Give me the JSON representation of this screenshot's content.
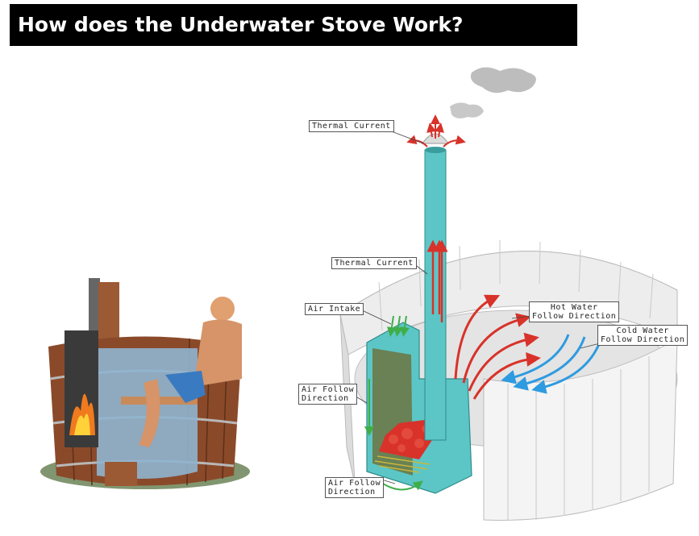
{
  "title": "How does the Underwater Stove Work?",
  "labels": {
    "thermal_top": "Thermal Current",
    "thermal_mid": "Thermal Current",
    "air_intake": "Air Intake",
    "air_follow_left": "Air Follow\nDirection",
    "air_follow_bottom": "Air Follow\nDirection",
    "hot_water": "Hot Water\nFollow Direction",
    "cold_water": "Cold Water\nFollow Direction"
  },
  "colors": {
    "stove": "#5cc6c6",
    "stove_dark": "#3a9c9c",
    "hot_arrow": "#d8322a",
    "cold_arrow": "#2e9be0",
    "air_arrow": "#3fae49",
    "tub_wood": "#8a4a2a",
    "water": "#8fb4cf"
  }
}
